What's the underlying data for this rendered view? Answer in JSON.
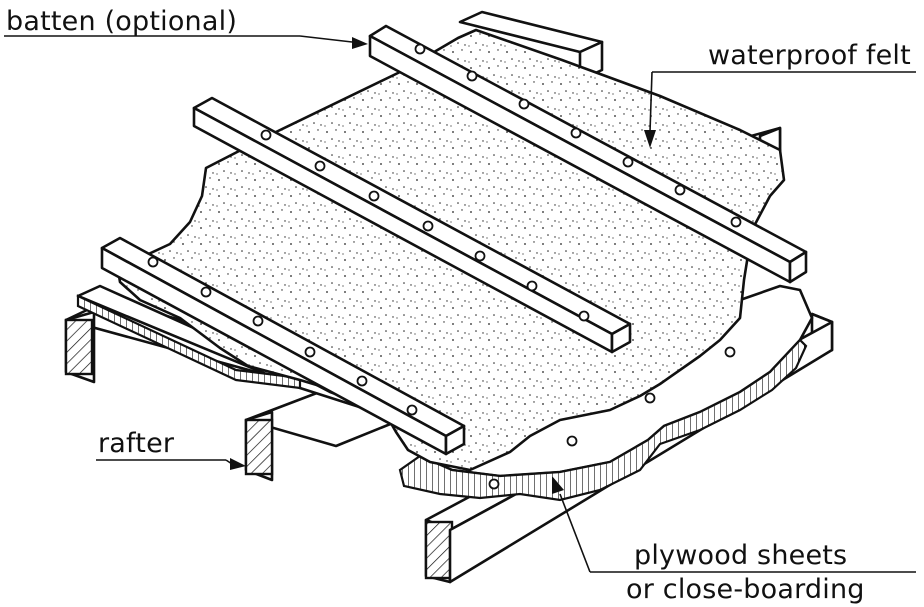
{
  "labels": {
    "batten": "batten (optional)",
    "felt": "waterproof felt",
    "rafter": "rafter",
    "plywood_line1": "plywood sheets",
    "plywood_line2": "or close-boarding"
  },
  "colors": {
    "ink": "#111111",
    "paper": "#ffffff"
  }
}
